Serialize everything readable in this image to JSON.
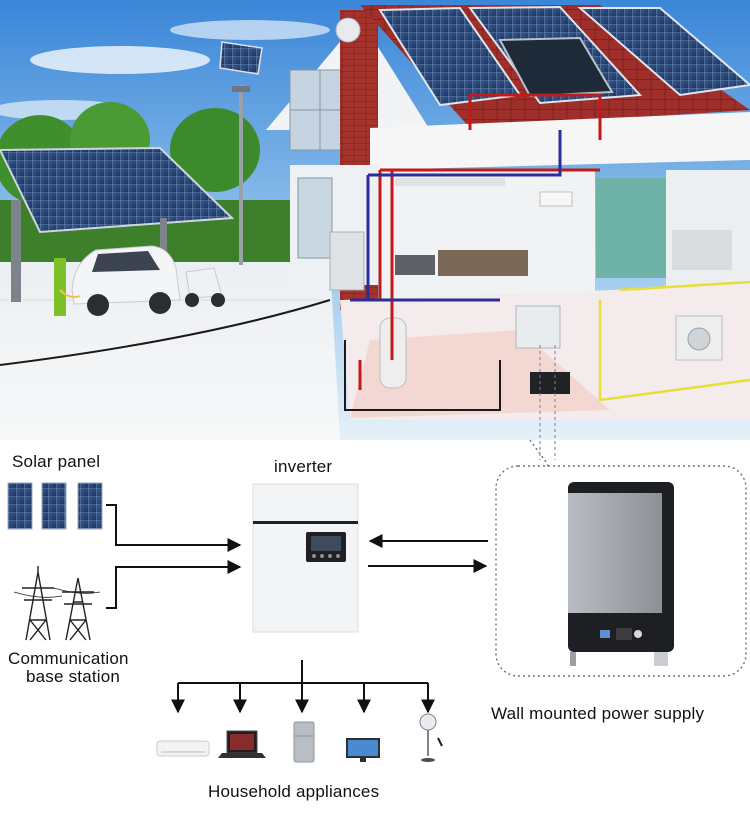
{
  "diagram": {
    "labels": {
      "solar_panel": "Solar panel",
      "inverter": "inverter",
      "communication_line1": "Communication",
      "communication_line2": "base station",
      "wall_supply": "Wall mounted power supply",
      "household": "Household appliances"
    },
    "icons": {
      "house": "house-cutaway-illustration",
      "carport": "solar-carport-icon",
      "car": "electric-car-icon",
      "scooter": "scooter-icon",
      "solar_panels": "solar-panel-icon",
      "pylon": "transmission-tower-icon",
      "inverter": "inverter-icon",
      "battery": "wall-battery-icon",
      "appliances": [
        "air-conditioner-icon",
        "laptop-icon",
        "refrigerator-icon",
        "tv-icon",
        "fan-icon"
      ]
    },
    "colors": {
      "sky": "#4a9be0",
      "roof_panel": "#27456f",
      "brick": "#a3332c",
      "hot_pipe": "#c21a1a",
      "cold_pipe": "#2a2e9a",
      "ac_cable": "#e6df35",
      "battery_front": "#9ea2a8",
      "battery_frame": "#1e1f22",
      "arrow": "#111111"
    }
  }
}
